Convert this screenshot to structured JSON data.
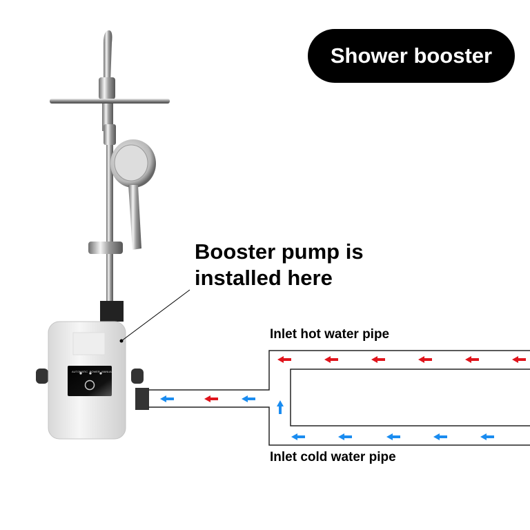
{
  "title": "Shower booster",
  "callout": {
    "line1": "Booster pump is",
    "line2": "installed here"
  },
  "labels": {
    "hot_pipe": "Inlet hot water pipe",
    "cold_pipe": "Inlet cold water pipe"
  },
  "pump_panel": {
    "indicators": [
      "AUTOMATIC",
      "POWER",
      "MANUAL"
    ]
  },
  "colors": {
    "hot_arrow": "#e0141c",
    "cold_arrow": "#1a8cf0",
    "badge_bg": "#000000"
  }
}
